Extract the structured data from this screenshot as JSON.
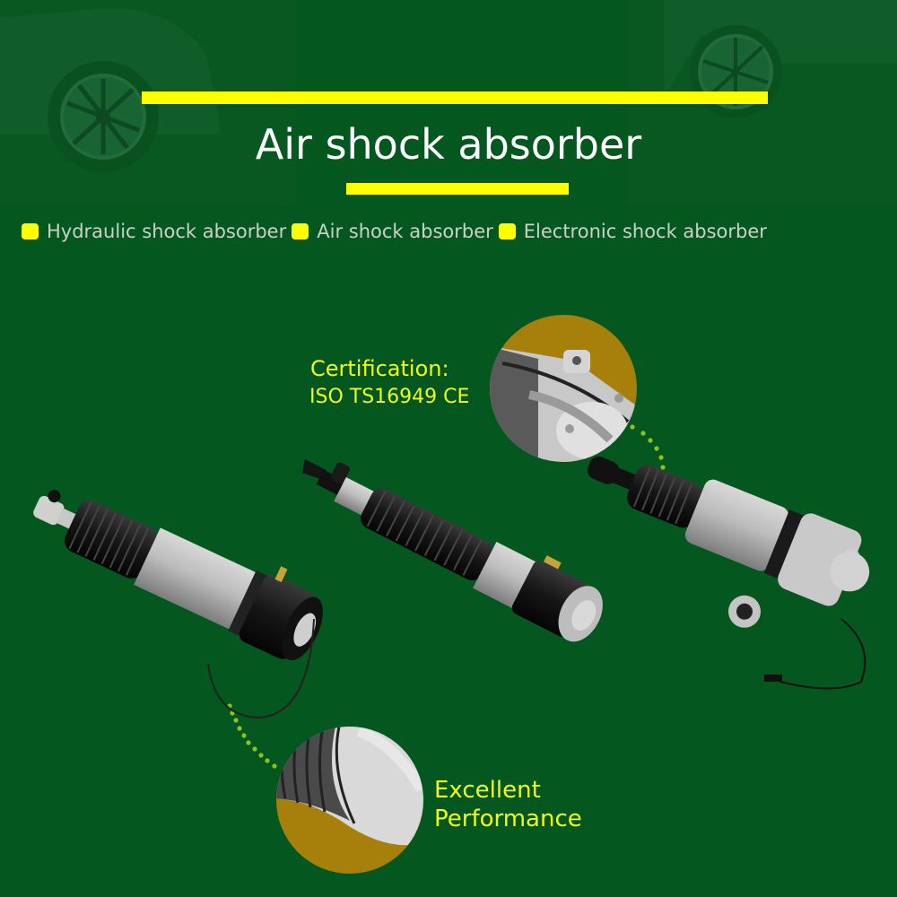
{
  "header": {
    "title": "Air shock absorber"
  },
  "types": {
    "items": [
      {
        "label": "Hydraulic shock absorber"
      },
      {
        "label": "Air shock absorber"
      },
      {
        "label": "Electronic shock absorber"
      }
    ]
  },
  "callouts": {
    "certification": {
      "title": "Certification:",
      "value": "ISO TS16949 CE"
    },
    "performance": {
      "line1": "Excellent",
      "line2": "Performance"
    }
  },
  "colors": {
    "background": "#04571f",
    "accent_yellow": "#ffff00",
    "callout_text": "#f0fa1a",
    "title_text": "#ffffff",
    "type_text": "#c9d3c5",
    "circle_gold": "#a6800a"
  }
}
